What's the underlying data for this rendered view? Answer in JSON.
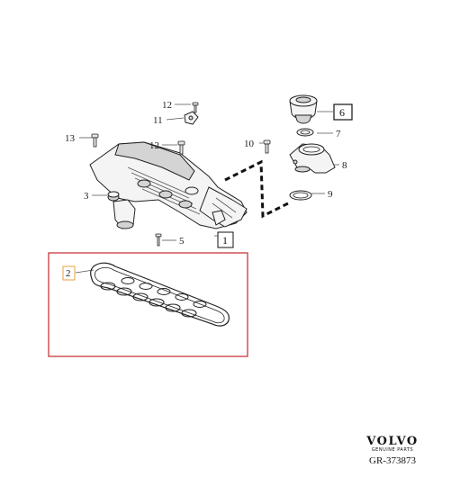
{
  "diagram": {
    "callouts": {
      "c1": "1",
      "c2": "2",
      "c3": "3",
      "c5": "5",
      "c6": "6",
      "c7": "7",
      "c8": "8",
      "c9": "9",
      "c10": "10",
      "c11": "11",
      "c12a": "12",
      "c12b": "12",
      "c13": "13"
    },
    "brand": {
      "name": "VOLVO",
      "subtitle": "GENUINE PARTS"
    },
    "drawing_reference": "GR-373873",
    "colors": {
      "detail_frame": "#c0272d",
      "highlight_box": "#e8a23a",
      "line": "#222222"
    }
  }
}
